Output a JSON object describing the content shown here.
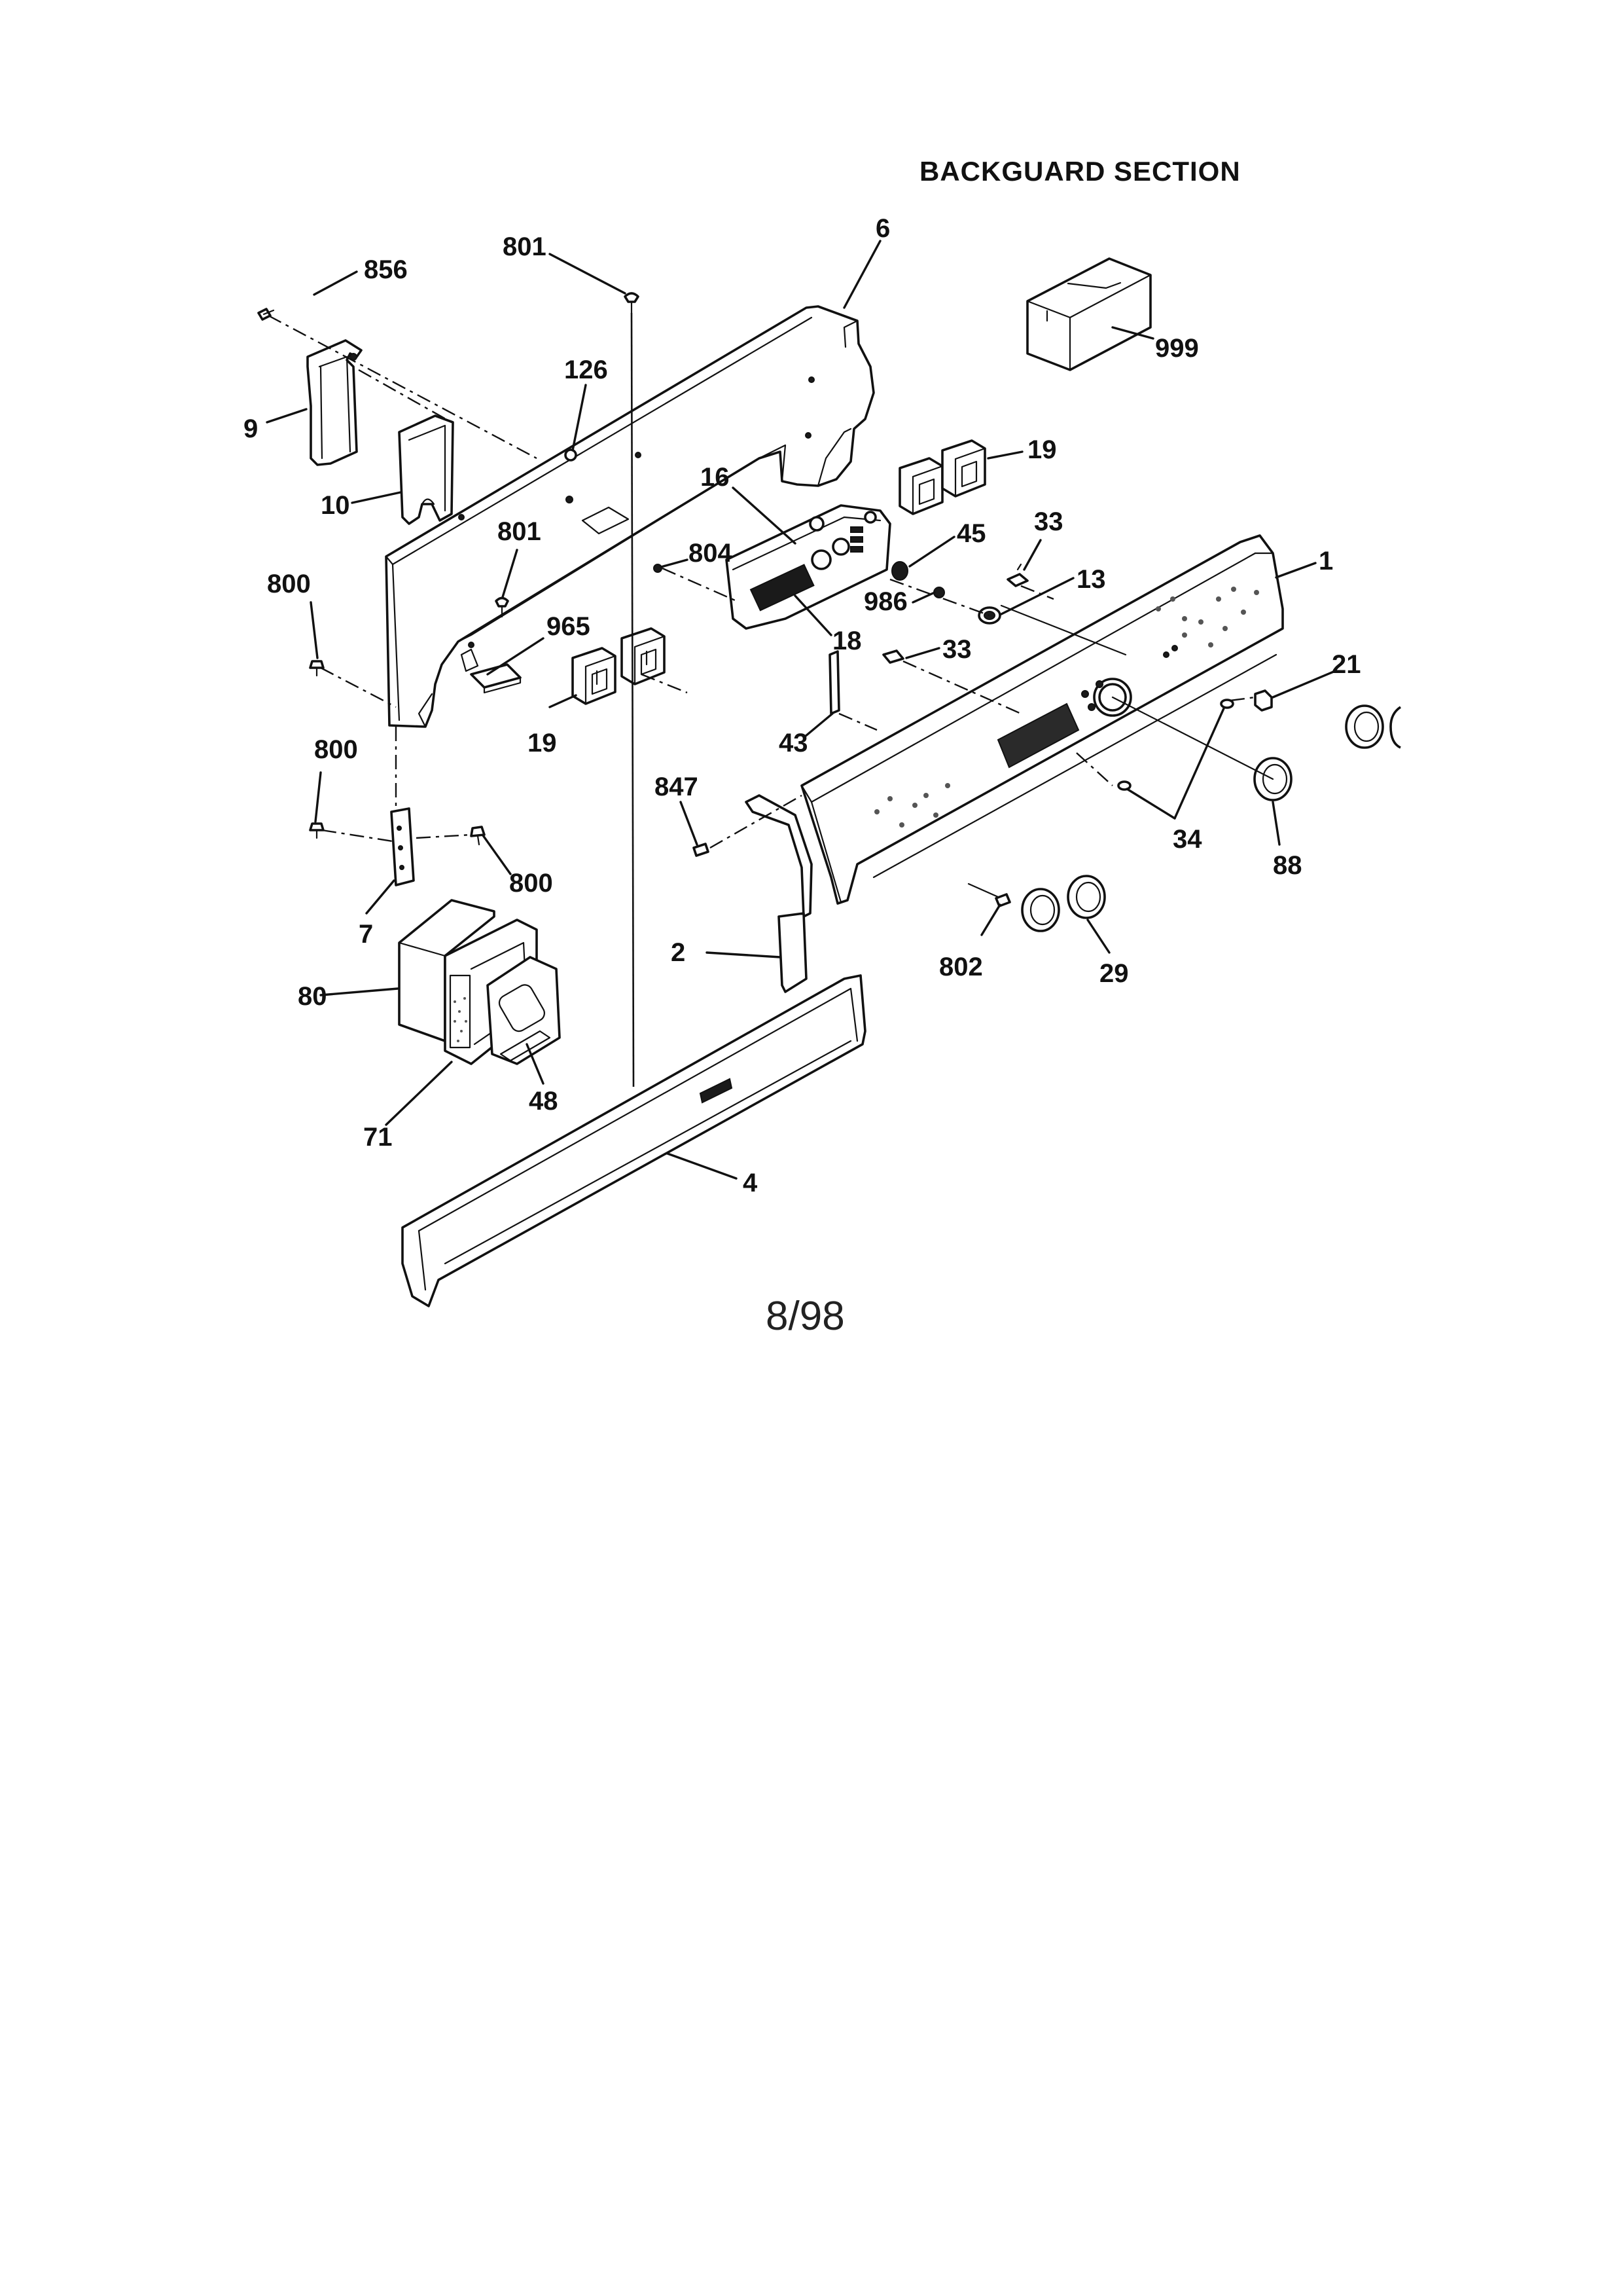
{
  "header": {
    "title": "BACKGUARD SECTION"
  },
  "footer": {
    "date": "8/98"
  },
  "callouts": {
    "c856": "856",
    "c801a": "801",
    "c6": "6",
    "c999": "999",
    "c9": "9",
    "c126": "126",
    "c10": "10",
    "c19a": "19",
    "c16": "16",
    "c801b": "801",
    "c804": "804",
    "c45": "45",
    "c33a": "33",
    "c1": "1",
    "c800a": "800",
    "c965": "965",
    "c986": "986",
    "c13": "13",
    "c18": "18",
    "c33b": "33",
    "c21": "21",
    "c19b": "19",
    "c43": "43",
    "c800b": "800",
    "c847": "847",
    "c800c": "800",
    "c34": "34",
    "c88": "88",
    "c7": "7",
    "c2": "2",
    "c802": "802",
    "c29": "29",
    "c80": "80",
    "c48": "48",
    "c71": "71",
    "c4": "4"
  }
}
